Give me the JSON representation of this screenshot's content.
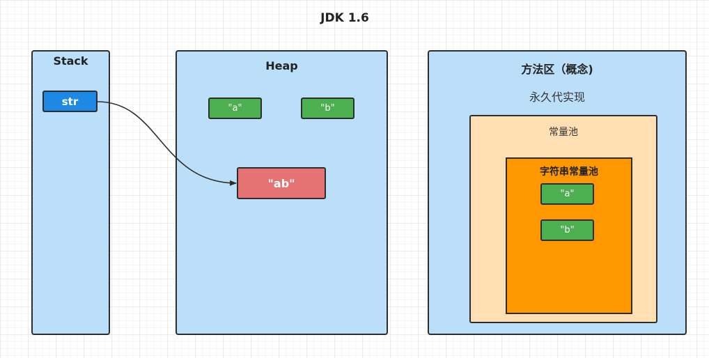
{
  "title": "JDK 1.6",
  "stack": {
    "title": "Stack",
    "str_label": "str"
  },
  "heap": {
    "title": "Heap",
    "a_label": "\"a\"",
    "b_label": "\"b\"",
    "ab_label": "\"ab\""
  },
  "method_area": {
    "title": "方法区（概念)",
    "subtitle": "永久代实现",
    "constant_pool": {
      "title": "常量池",
      "string_pool": {
        "title": "字符串常量池",
        "items": [
          "\"a\"",
          "\"b\""
        ]
      }
    }
  },
  "colors": {
    "panel": "#bcdff9",
    "stack_var": "#1e88e5",
    "heap_obj": "#4caf50",
    "concat_obj": "#e57373",
    "constant_pool": "#ffdfb3",
    "string_pool": "#ff9800"
  }
}
